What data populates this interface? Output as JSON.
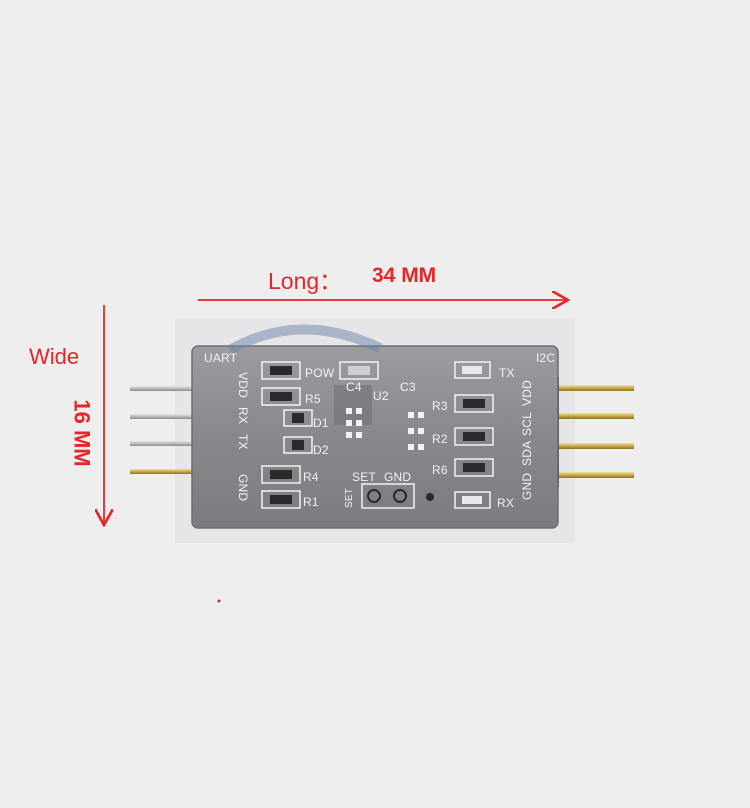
{
  "dimensions": {
    "long_label": "Long：",
    "long_value": "34 MM",
    "wide_label": "Wide",
    "wide_value": "16 MM"
  },
  "board_labels": {
    "uart": "UART",
    "i2c": "I2C",
    "pow": "POW",
    "tx": "TX",
    "rx": "RX",
    "u2": "U2",
    "c3": "C3",
    "c4": "C4",
    "r1": "R1",
    "r2": "R2",
    "r3": "R3",
    "r4": "R4",
    "r5": "R5",
    "r6": "R6",
    "d1": "D1",
    "d2": "D2",
    "set": "SET",
    "gnd": "GND",
    "set_pad": "SET",
    "uart_pins": [
      "VDD",
      "RX",
      "TX",
      "GND"
    ],
    "i2c_pins": [
      "VDD",
      "SCL",
      "SDA",
      "GND"
    ]
  },
  "colors": {
    "annotation": "#e8262a",
    "pcb": "#8d8f93",
    "silkscreen": "#f2f2f4",
    "pin_gold": "#c9a84a",
    "pin_silver": "#c7c9cc",
    "background": "#eeeeef"
  }
}
